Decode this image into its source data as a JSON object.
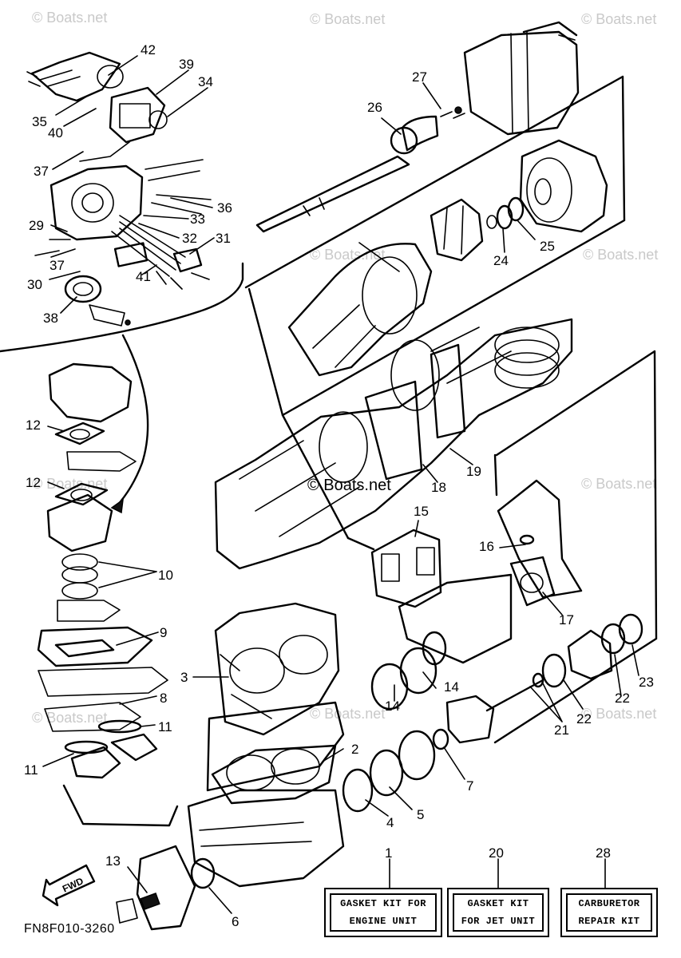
{
  "watermark": {
    "text": "© Boats.net",
    "center_text": "© Boats.net"
  },
  "callouts": [
    "2",
    "3",
    "4",
    "5",
    "6",
    "7",
    "8",
    "9",
    "10",
    "11",
    "11",
    "12",
    "12",
    "13",
    "14",
    "14",
    "15",
    "16",
    "17",
    "18",
    "19",
    "21",
    "22",
    "22",
    "23",
    "24",
    "25",
    "26",
    "27",
    "29",
    "30",
    "31",
    "32",
    "33",
    "34",
    "35",
    "36",
    "37",
    "37",
    "38",
    "39",
    "40",
    "41",
    "42"
  ],
  "kits": [
    {
      "number": "1",
      "line1": "GASKET KIT FOR",
      "line2": "ENGINE UNIT"
    },
    {
      "number": "20",
      "line1": "GASKET KIT",
      "line2": "FOR JET UNIT"
    },
    {
      "number": "28",
      "line1": "CARBURETOR",
      "line2": "REPAIR KIT"
    }
  ],
  "fwd_label": "FWD",
  "figure_code": "FN8F010-3260"
}
